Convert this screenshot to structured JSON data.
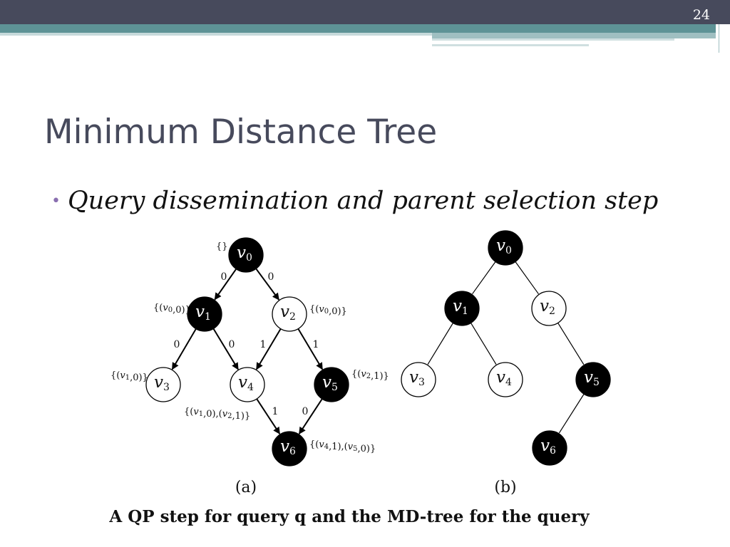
{
  "slide": {
    "number": "24",
    "title": "Minimum Distance Tree",
    "bullet": "Query dissemination and parent selection step",
    "bullet_marker": "•",
    "caption": "A QP step for query q and the MD-tree for the query"
  },
  "colors": {
    "header_dark": "#474a5c",
    "header_teal": "#5e9396",
    "title": "#474a5c",
    "bullet_marker": "#8a6fb0",
    "node_selected": "#000000",
    "node_unselected": "#ffffff"
  },
  "diagram_a": {
    "panel_label": "(a)",
    "nodes": [
      {
        "id": "v0",
        "base": "v",
        "sub": "0",
        "selected": true,
        "annotation": "{}"
      },
      {
        "id": "v1",
        "base": "v",
        "sub": "1",
        "selected": true,
        "annotation": "{(v0,0)}"
      },
      {
        "id": "v2",
        "base": "v",
        "sub": "2",
        "selected": false,
        "annotation": "{(v0,0)}"
      },
      {
        "id": "v3",
        "base": "v",
        "sub": "3",
        "selected": false,
        "annotation": "{(v1,0)}"
      },
      {
        "id": "v4",
        "base": "v",
        "sub": "4",
        "selected": false,
        "annotation": "{(v1,0),(v2,1)}"
      },
      {
        "id": "v5",
        "base": "v",
        "sub": "5",
        "selected": true,
        "annotation": "{(v2,1)}"
      },
      {
        "id": "v6",
        "base": "v",
        "sub": "6",
        "selected": true,
        "annotation": "{(v4,1),(v5,0)}"
      }
    ],
    "edges": [
      {
        "from": "v0",
        "to": "v1",
        "label": "0"
      },
      {
        "from": "v0",
        "to": "v2",
        "label": "0"
      },
      {
        "from": "v1",
        "to": "v3",
        "label": "0"
      },
      {
        "from": "v1",
        "to": "v4",
        "label": "0"
      },
      {
        "from": "v2",
        "to": "v4",
        "label": "1"
      },
      {
        "from": "v2",
        "to": "v5",
        "label": "1"
      },
      {
        "from": "v4",
        "to": "v6",
        "label": "1"
      },
      {
        "from": "v5",
        "to": "v6",
        "label": "0"
      }
    ]
  },
  "diagram_b": {
    "panel_label": "(b)",
    "nodes": [
      {
        "id": "v0",
        "base": "v",
        "sub": "0",
        "selected": true
      },
      {
        "id": "v1",
        "base": "v",
        "sub": "1",
        "selected": true
      },
      {
        "id": "v2",
        "base": "v",
        "sub": "2",
        "selected": false
      },
      {
        "id": "v3",
        "base": "v",
        "sub": "3",
        "selected": false
      },
      {
        "id": "v4",
        "base": "v",
        "sub": "4",
        "selected": false
      },
      {
        "id": "v5",
        "base": "v",
        "sub": "5",
        "selected": true
      },
      {
        "id": "v6",
        "base": "v",
        "sub": "6",
        "selected": true
      }
    ],
    "edges": [
      {
        "from": "v0",
        "to": "v1"
      },
      {
        "from": "v0",
        "to": "v2"
      },
      {
        "from": "v1",
        "to": "v3"
      },
      {
        "from": "v1",
        "to": "v4"
      },
      {
        "from": "v2",
        "to": "v5"
      },
      {
        "from": "v5",
        "to": "v6"
      }
    ]
  }
}
